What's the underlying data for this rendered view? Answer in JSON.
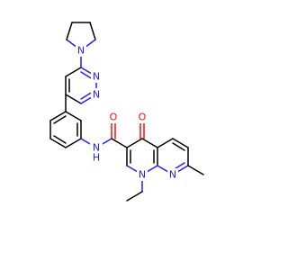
{
  "molecule": {
    "colors": {
      "nitrogen": "#1f1fff",
      "oxygen": "#ff0d0d",
      "bond": "#000000"
    },
    "atom_labels": {
      "pyrrolidine_n": "N",
      "pyridazine_n1": "N",
      "pyridazine_n2": "N",
      "amide_nh": "N",
      "amide_h": "H",
      "amide_o": "O",
      "ketone_o": "O",
      "naphthyridine_n1": "N",
      "naphthyridine_n8": "N"
    }
  }
}
